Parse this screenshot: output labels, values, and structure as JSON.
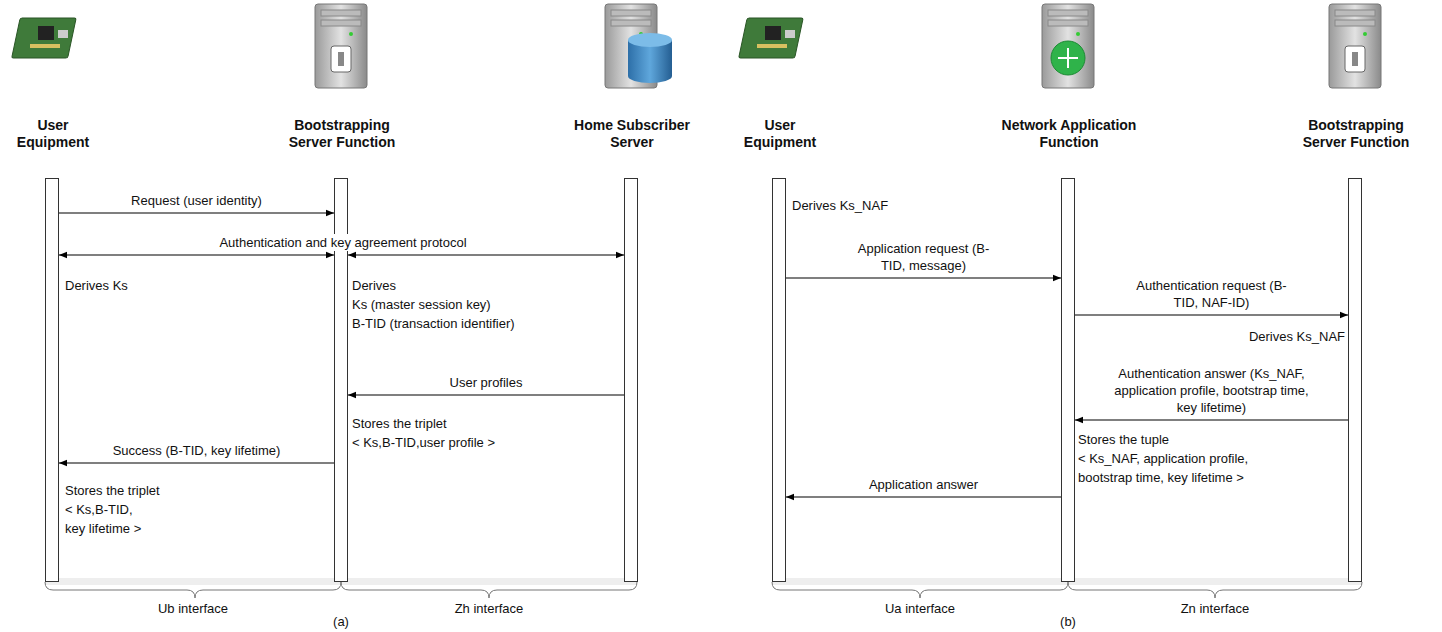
{
  "diagram": {
    "nodes": [
      {
        "text": [
          "User Equipment"
        ]
      },
      {
        "text": [
          "Bootstrapping Server Function"
        ]
      },
      {
        "text": [
          "Home Subscriber Server"
        ]
      },
      {
        "text": [
          "User Equipment"
        ]
      },
      {
        "text": [
          "Network Application Function"
        ]
      },
      {
        "text": [
          "Bootstrapping Server Function"
        ]
      }
    ],
    "edges": [
      {
        "from": 0,
        "to": 1,
        "label": "Request (user identity)",
        "arrow": "to"
      },
      {
        "from": 0,
        "to": 1,
        "label": "Authentication and key agreement protocol",
        "arrow": "both"
      },
      {
        "from": 1,
        "to": 2,
        "arrow": "both"
      },
      {
        "from": 2,
        "to": 1,
        "label": "User profiles",
        "arrow": "to"
      },
      {
        "from": 1,
        "to": 0,
        "label": "Success (B-TID, key lifetime)",
        "arrow": "to"
      },
      {
        "from": 3,
        "to": 4,
        "label": "Application request (B-TID, message)",
        "arrow": "to"
      },
      {
        "from": 4,
        "to": 5,
        "label": "Authentication request (B-TID, NAF-ID)",
        "arrow": "to"
      },
      {
        "from": 5,
        "to": 4,
        "label": "Authentication answer (Ks_NAF, application profile, bootstrap time, key lifetime)",
        "arrow": "to"
      },
      {
        "from": 4,
        "to": 3,
        "label": "Application answer",
        "arrow": "to"
      }
    ],
    "labels": [
      "Derives Ks",
      "Derives",
      "Ks (master session key)",
      "B-TID (transaction identifier)",
      "Stores the triplet",
      "< Ks,B-TID,user profile >",
      "Stores the triplet",
      "< Ks,B-TID,",
      "key lifetime >",
      "Derives Ks_NAF",
      "Derives Ks_NAF",
      "Stores the tuple",
      "< Ks_NAF, application profile,",
      "bootstrap time, key lifetime >",
      "Ub interface",
      "Zh interface",
      "Ua interface",
      "Zn interface",
      "(a)",
      "(b)"
    ]
  }
}
